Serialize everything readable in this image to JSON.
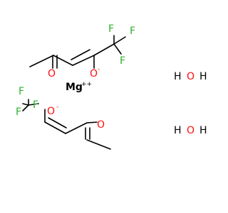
{
  "colors": {
    "bond": "#000000",
    "oxygen": "#ff0d0d",
    "fluorine": "#2fb02f",
    "metal": "#000000"
  },
  "molecule1": {
    "F1": "F",
    "F2": "F",
    "F3": "F",
    "O_keto": "O",
    "O_enol": "O",
    "O_charge": "-"
  },
  "molecule2": {
    "F1": "F",
    "F2": "F",
    "F3": "F",
    "O_keto": "O",
    "O_enol": "O",
    "O_charge": "-"
  },
  "metal": {
    "symbol": "Mg",
    "charge": "++"
  },
  "water1": {
    "H1": "H",
    "O": "O",
    "H2": "H"
  },
  "water2": {
    "H1": "H",
    "O": "O",
    "H2": "H"
  }
}
